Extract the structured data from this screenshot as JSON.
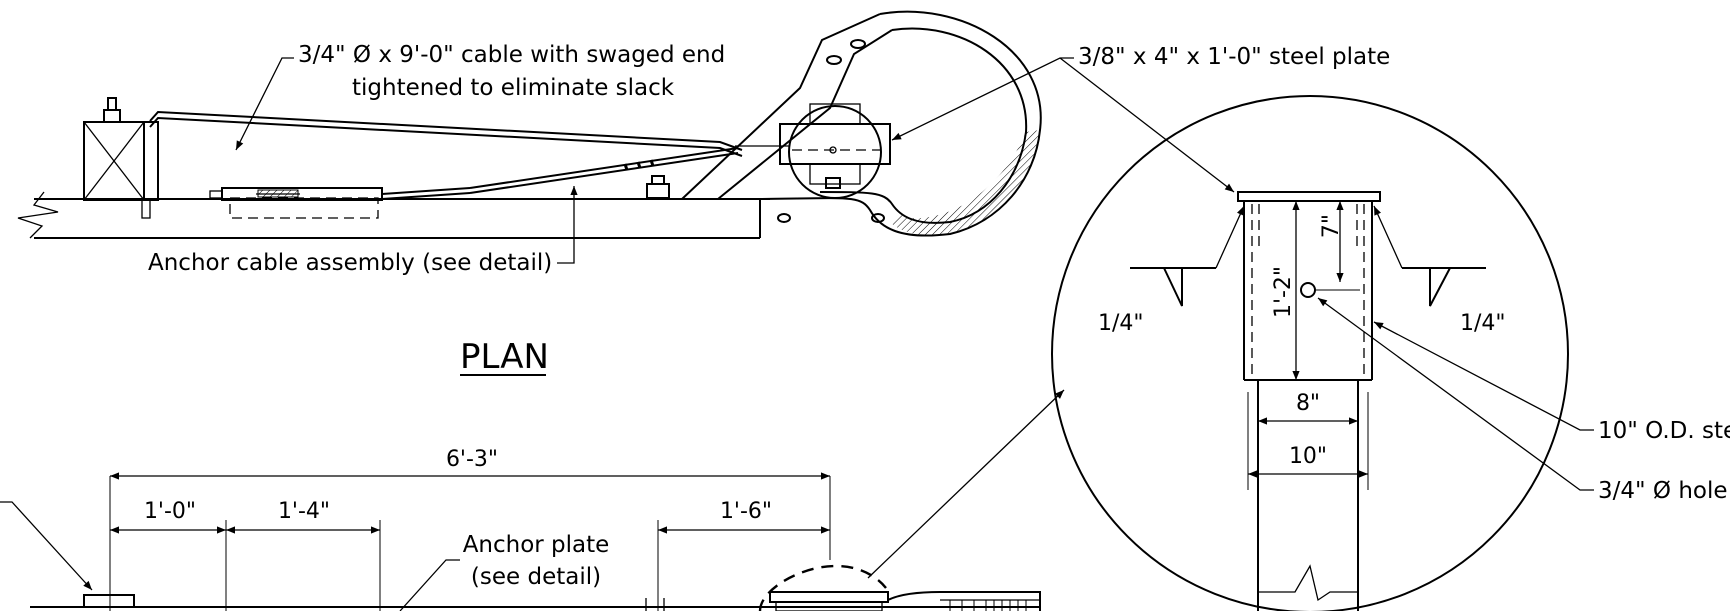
{
  "plan_view": {
    "title": "PLAN",
    "callouts": {
      "cable_line1": "3/4\" Ø x 9'-0\" cable with swaged end",
      "cable_line2": "tightened to eliminate slack",
      "anchor_cable": "Anchor cable assembly (see detail)",
      "steel_plate": "3/8\" x 4\" x 1'-0\" steel plate"
    }
  },
  "elevation_view": {
    "dimensions": {
      "overall": "6'-3\"",
      "seg_a": "1'-0\"",
      "seg_b": "1'-4\"",
      "seg_c": "1'-6\""
    },
    "callouts": {
      "anchor_plate_line1": "Anchor plate",
      "anchor_plate_line2": "(see detail)"
    }
  },
  "detail_view": {
    "weld_left": "1/4\"",
    "weld_right": "1/4\"",
    "dim_hole_height": "7\"",
    "dim_post_height": "1'-2\"",
    "dim_inner_width": "8\"",
    "dim_outer_width": "10\"",
    "callout_post": "10\" O.D. ste",
    "callout_hole": "3/4\" Ø hole"
  }
}
